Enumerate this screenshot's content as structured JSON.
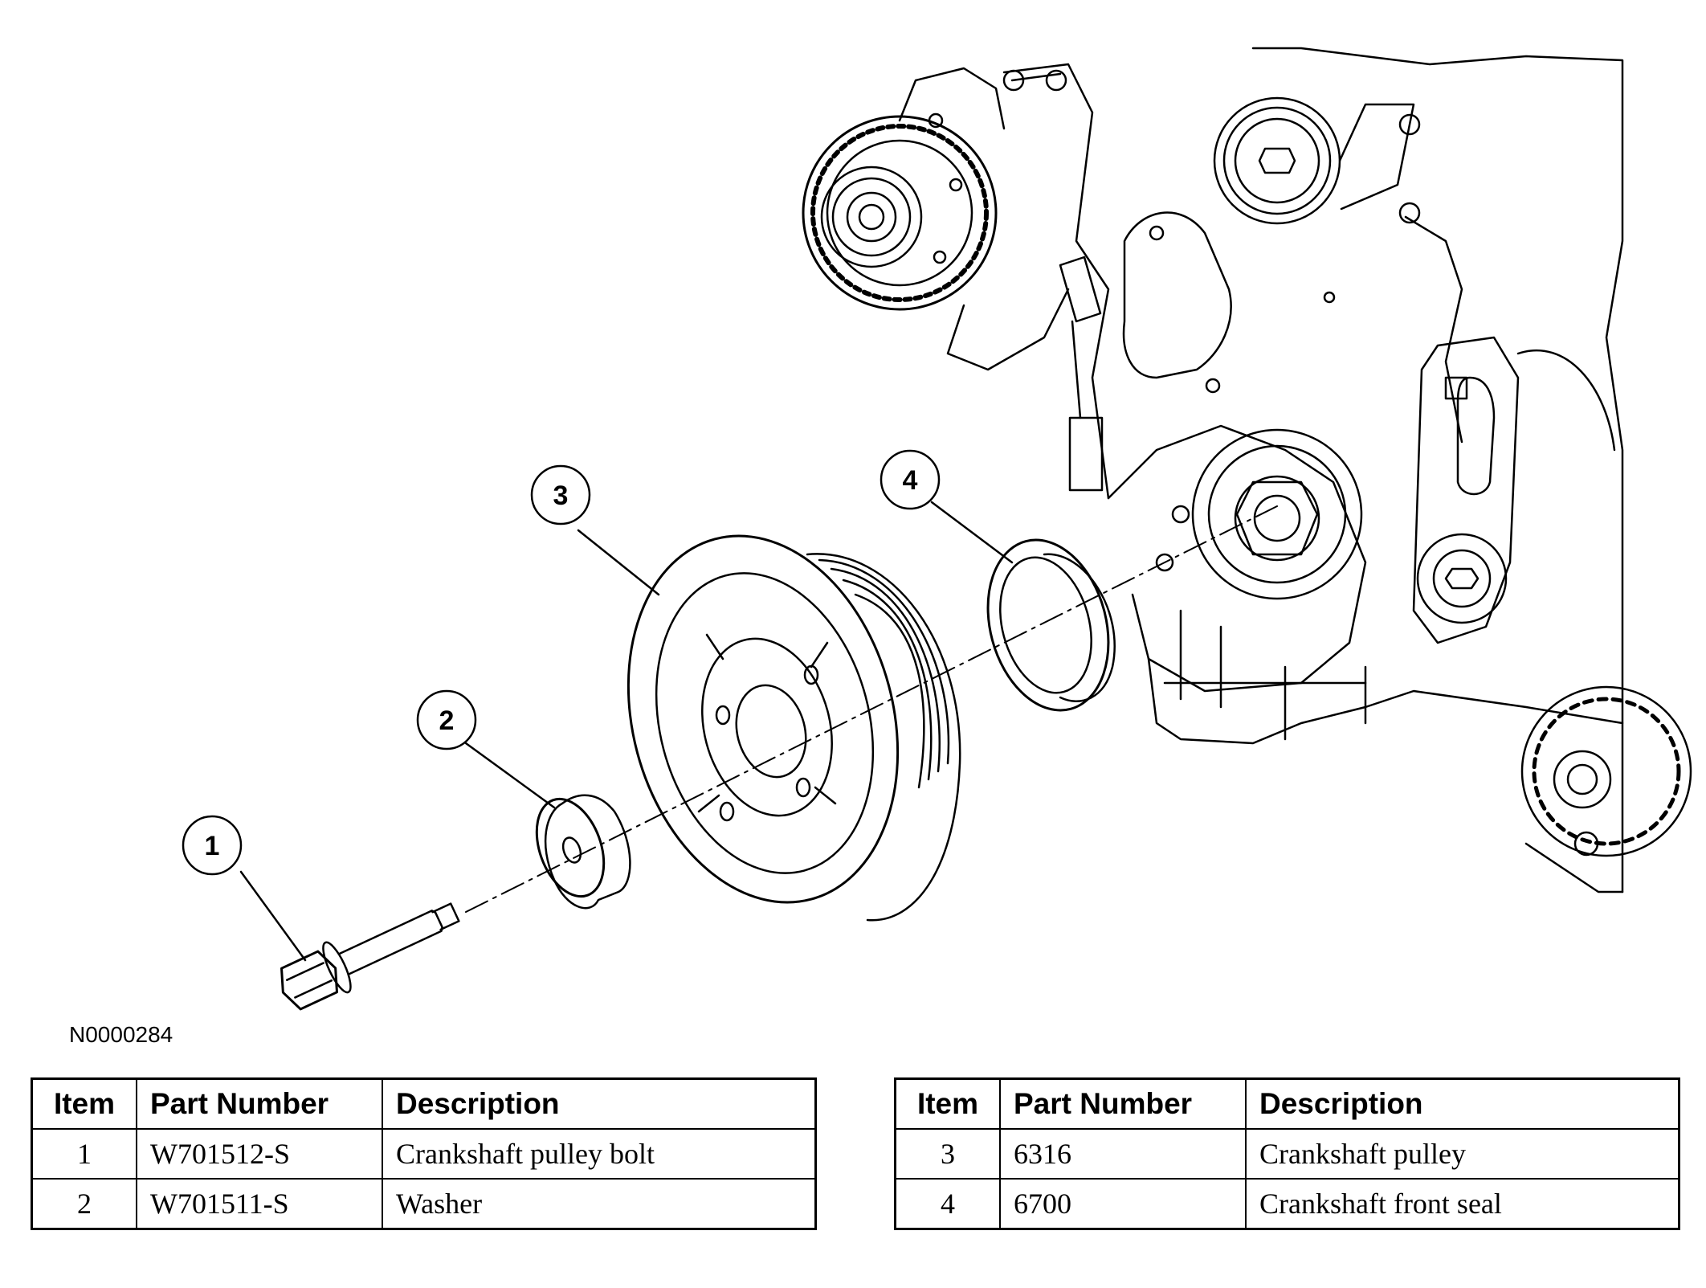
{
  "figure_id": "N0000284",
  "callouts": [
    "1",
    "2",
    "3",
    "4"
  ],
  "table_headers": {
    "item": "Item",
    "part_number": "Part Number",
    "description": "Description"
  },
  "parts_left": [
    {
      "item": "1",
      "part_number": "W701512-S",
      "description": "Crankshaft pulley bolt"
    },
    {
      "item": "2",
      "part_number": "W701511-S",
      "description": "Washer"
    }
  ],
  "parts_right": [
    {
      "item": "3",
      "part_number": "6316",
      "description": "Crankshaft pulley"
    },
    {
      "item": "4",
      "part_number": "6700",
      "description": "Crankshaft front seal"
    }
  ]
}
